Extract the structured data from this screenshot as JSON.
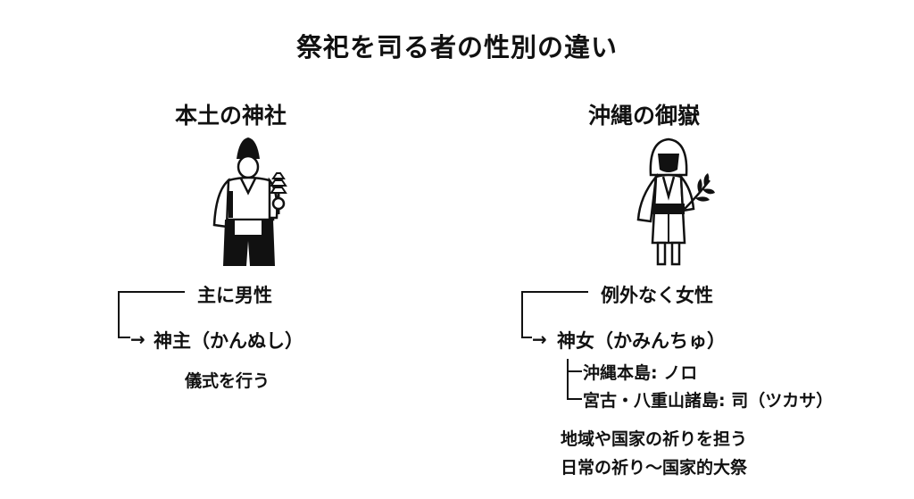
{
  "title": "祭祀を司る者の性別の違い",
  "left": {
    "heading": "本土の神社",
    "figure_icon": "shinto-priest-icon",
    "gender": "主に男性",
    "arrow": "→",
    "role": "神主（かんぬし）",
    "duty": "儀式を行う"
  },
  "right": {
    "heading": "沖縄の御嶽",
    "figure_icon": "priestess-icon",
    "gender": "例外なく女性",
    "arrow": "→",
    "role": "神女（かみんちゅ）",
    "names": [
      "沖縄本島: ノロ",
      "宮古・八重山諸島: 司（ツカサ）"
    ],
    "duties": [
      "地域や国家の祈りを担う",
      "日常の祈り〜国家的大祭"
    ]
  }
}
